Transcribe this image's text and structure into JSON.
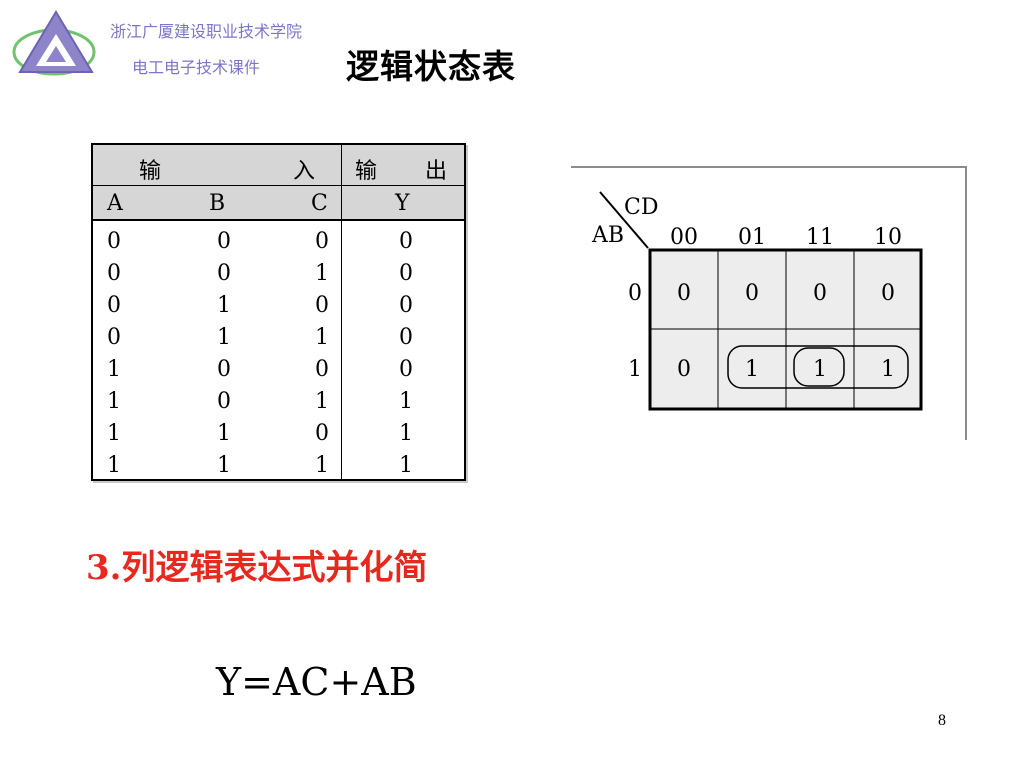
{
  "header": {
    "org_name": "浙江广厦建设职业技术学院",
    "course_name": "电工电子技术课件",
    "slide_title": "逻辑状态表"
  },
  "truth_table": {
    "group_headers": {
      "input_left": "输",
      "input_right": "入",
      "output_left": "输",
      "output_right": "出"
    },
    "columns": [
      "A",
      "B",
      "C",
      "Y"
    ],
    "rows": [
      [
        "0",
        "0",
        "0",
        "0"
      ],
      [
        "0",
        "0",
        "1",
        "0"
      ],
      [
        "0",
        "1",
        "0",
        "0"
      ],
      [
        "0",
        "1",
        "1",
        "0"
      ],
      [
        "1",
        "0",
        "0",
        "0"
      ],
      [
        "1",
        "0",
        "1",
        "1"
      ],
      [
        "1",
        "1",
        "0",
        "1"
      ],
      [
        "1",
        "1",
        "1",
        "1"
      ]
    ]
  },
  "kmap": {
    "col_var": "CD",
    "row_var": "AB",
    "col_labels": [
      "00",
      "01",
      "11",
      "10"
    ],
    "row_labels": [
      "0",
      "1"
    ],
    "cells": [
      [
        "0",
        "0",
        "0",
        "0"
      ],
      [
        "0",
        "1",
        "1",
        "1"
      ]
    ]
  },
  "section": {
    "heading": "3.列逻辑表达式并化简"
  },
  "formula": "Y=AC+AB",
  "page_number": "8",
  "colors": {
    "accent_red": "#e8281e",
    "logo_purple": "#7b76c9",
    "logo_green": "#6fc36b"
  }
}
